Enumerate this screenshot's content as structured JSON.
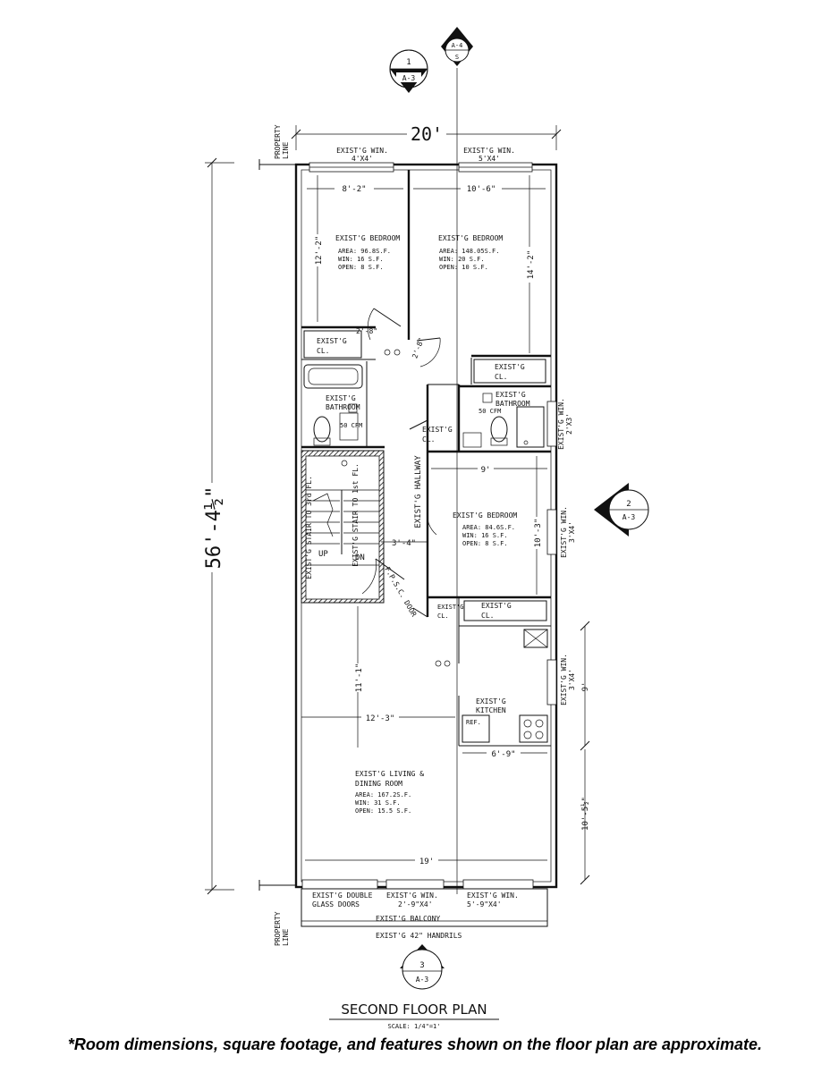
{
  "plan": {
    "title": "SECOND FLOOR PLAN",
    "scale": "SCALE: 1/4\"=1'",
    "width_dim": "20'",
    "length_dim": "56'-4½\"",
    "property_line_top": [
      "PROPERTY",
      "LINE"
    ],
    "property_line_bottom": [
      "PROPERTY",
      "LINE"
    ],
    "sections": {
      "s1": {
        "num": "1",
        "sheet": "A-3"
      },
      "s2": {
        "num": "2",
        "sheet": "A-3"
      },
      "s3": {
        "num": "3",
        "sheet": "A-3"
      },
      "s4": {
        "num": "A-4",
        "sheet": "S"
      }
    },
    "windows_top": [
      {
        "label": "EXIST'G WIN.",
        "size": "4'X4'"
      },
      {
        "label": "EXIST'G WIN.",
        "size": "5'X4'"
      }
    ],
    "bedroom1": {
      "name": "EXIST'G BEDROOM",
      "area": "AREA: 96.8S.F.",
      "win": "WIN: 16 S.F.",
      "open": "OPEN: 8 S.F.",
      "w": "8'-2\"",
      "h": "12'-2\""
    },
    "bedroom2": {
      "name": "EXIST'G BEDROOM",
      "area": "AREA: 148.05S.F.",
      "win": "WIN: 20 S.F.",
      "open": "OPEN: 10 S.F.",
      "w": "10'-6\"",
      "h": "14'-2\""
    },
    "bedroom3": {
      "name": "EXIST'G BEDROOM",
      "area": "AREA: 84.6S.F.",
      "win": "WIN: 16 S.F.",
      "open": "OPEN: 8 S.F.",
      "w": "9'",
      "h": "10'-3\""
    },
    "closet_a": {
      "l1": "EXIST'G",
      "l2": "CL."
    },
    "closet_b": {
      "l1": "EXIST'G",
      "l2": "CL."
    },
    "closet_c": {
      "l1": "EXIST'G",
      "l2": "CL."
    },
    "closet_d": {
      "l1": "EXIST'G",
      "l2": "CL."
    },
    "closet_e": {
      "l1": "EXIST'G",
      "l2": "CL."
    },
    "bath1": {
      "l1": "EXIST'G",
      "l2": "BATHROOM",
      "cfm": "50 CFM"
    },
    "bath2": {
      "l1": "EXIST'G",
      "l2": "BATHROOM",
      "cfm": "50 CFM"
    },
    "dim_hall_door": "2'-8\"",
    "dim_hall_diag": "2'-8\"",
    "dim_stair_w": "3'-4\"",
    "hallway": "EXIST'G HALLWAY",
    "stair_up": "EXIST'G STAIR TO 3rd FL.",
    "stair_dn": "EXIST'G STAIR TO 1st FL.",
    "up": "UP",
    "dn": "DN",
    "door_fpsc": "F.P.S.C. DOOR",
    "win_right_bath": {
      "label": "EXIST'G WIN.",
      "size": "2'X3'"
    },
    "win_right_bed": {
      "label": "EXIST'G WIN.",
      "size": "3'X4'"
    },
    "win_right_kit": {
      "label": "EXIST'G WIN.",
      "size": "3'X4'"
    },
    "kitchen": {
      "name": "EXIST'G KITCHEN",
      "ref": "REF.",
      "w": "6'-9\"",
      "h": "9'"
    },
    "living": {
      "l1": "EXIST'G LIVING &",
      "l2": "DINING ROOM",
      "area": "AREA: 167.2S.F.",
      "win": "WIN: 31 S.F.",
      "open": "OPEN: 15.5 S.F.",
      "w": "12'-3\"",
      "h": "11'-1\"",
      "w2": "19'",
      "h2": "10'-5½\""
    },
    "bottom": {
      "doors_l1": "EXIST'G DOUBLE",
      "doors_l2": "GLASS DOORS",
      "win1_l1": "EXIST'G WIN.",
      "win1_l2": "2'-9\"X4'",
      "win2_l1": "EXIST'G WIN.",
      "win2_l2": "5'-9\"X4'",
      "balcony": "EXIST'G BALCONY",
      "handrail": "EXIST'G 42\" HANDRILS"
    },
    "footnote": "*Room dimensions, square footage, and features shown on the floor plan are approximate."
  }
}
